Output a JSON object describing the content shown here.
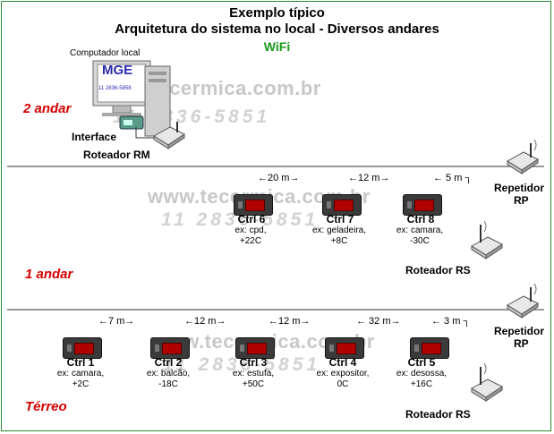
{
  "title": {
    "line1": "Exemplo típico",
    "line2": "Arquitetura do sistema no local - Diversos andares",
    "wifi": "WiFi"
  },
  "top": {
    "computer_label": "Computador local",
    "screen_brand": "MGE",
    "screen_phone": "11 2836-5858",
    "interface_label": "Interface",
    "router_rm_label": "Roteador RM"
  },
  "floors": {
    "floor2": "2 andar",
    "floor1": "1 andar",
    "ground": "Térreo"
  },
  "watermark": {
    "url": "www.tecermica.com.br",
    "phone": "11 2836-5851"
  },
  "floor1": {
    "distances": [
      "←20 m→",
      "←12 m→",
      "← 5 m ┐"
    ],
    "controllers": [
      {
        "name": "Ctrl 6",
        "ex": "ex: cpd,",
        "temp": "+22C"
      },
      {
        "name": "Ctrl 7",
        "ex": "ex: geladeira,",
        "temp": "+8C"
      },
      {
        "name": "Ctrl 8",
        "ex": "ex: camara,",
        "temp": "-30C"
      }
    ],
    "repeater_label": "Repetidor",
    "repeater_code": "RP",
    "router_label": "Roteador RS"
  },
  "ground": {
    "distances": [
      "←7 m→",
      "←12 m→",
      "←12 m→",
      "←  32 m→",
      "← 3 m ┐"
    ],
    "controllers": [
      {
        "name": "Ctrl 1",
        "ex": "ex: camara,",
        "temp": "+2C"
      },
      {
        "name": "Ctrl 2",
        "ex": "ex: balcão,",
        "temp": "-18C"
      },
      {
        "name": "Ctrl 3",
        "ex": "ex: estufa,",
        "temp": "+50C"
      },
      {
        "name": "Ctrl 4",
        "ex": "ex: expositor,",
        "temp": "0C"
      },
      {
        "name": "Ctrl 5",
        "ex": "ex: desossa,",
        "temp": "+16C"
      }
    ],
    "repeater_label": "Repetidor",
    "repeater_code": "RP",
    "router_label": "Roteador RS"
  }
}
